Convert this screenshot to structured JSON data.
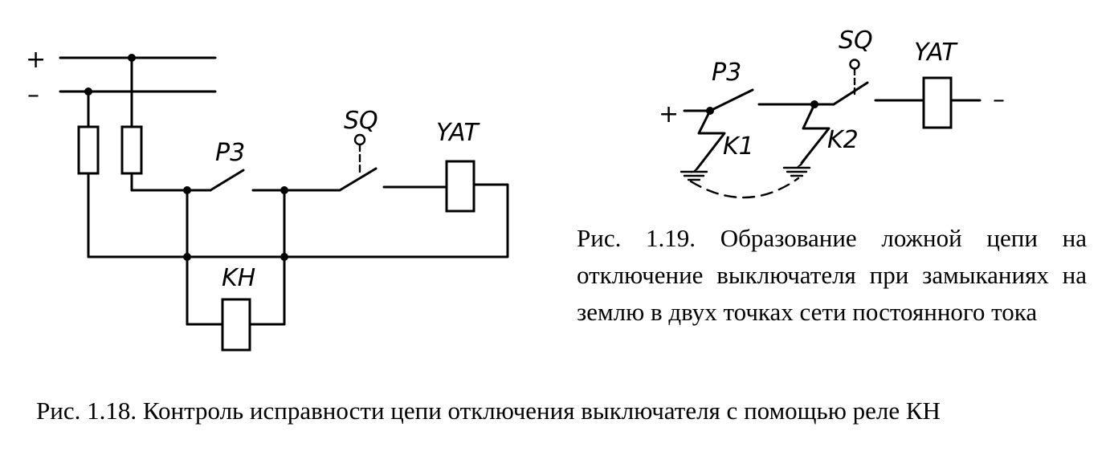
{
  "figure_118": {
    "plus_sign": "+",
    "minus_sign": "–",
    "labels": {
      "p3": "P3",
      "sq": "SQ",
      "yat": "YAT",
      "kh": "KH"
    },
    "caption": "Рис. 1.18. Контроль исправности цепи отключения выключателя с помощью реле КН"
  },
  "figure_119": {
    "plus_sign": "+",
    "minus_sign": "–",
    "labels": {
      "p3": "P3",
      "sq": "SQ",
      "yat": "YAT",
      "k1": "K1",
      "k2": "K2"
    },
    "caption": "Рис. 1.19. Образование ложной цепи на отключение выключателя при замыканиях на землю в двух точках сети постоянного тока"
  }
}
